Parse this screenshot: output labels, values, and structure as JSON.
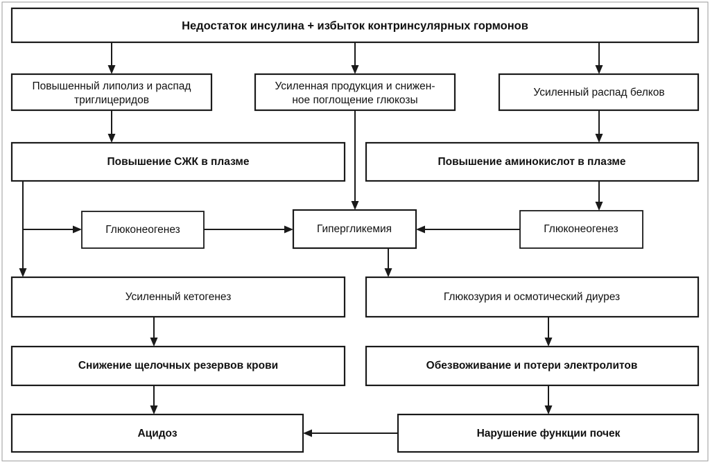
{
  "diagram": {
    "title": "Недостаток инсулина + избыток контринсулярных гормонов",
    "language": "ru",
    "type": "flowchart",
    "colors": {
      "box_fill": "#ffffff",
      "box_stroke": "#1a1a1a",
      "text": "#111111",
      "connector": "#1a1a1a",
      "background": "#ffffff"
    },
    "nodes": [
      {
        "id": "root",
        "label": "Недостаток инсулина + избыток контринсулярных гормонов",
        "bold": true,
        "lines": [
          "Недостаток инсулина + избыток контринсулярных гормонов"
        ]
      },
      {
        "id": "lipolysis",
        "label": "Повышенный липолиз и распад триглицеридов",
        "bold": false,
        "lines": [
          "Повышенный липолиз и распад",
          "триглицеридов"
        ]
      },
      {
        "id": "glucose-production",
        "label": "Усиленная продукция и сниженное поглощение глюкозы",
        "bold": false,
        "lines": [
          "Усиленная продукция и снижен-",
          "ное поглощение глюкозы"
        ]
      },
      {
        "id": "protein-breakdown",
        "label": "Усиленный распад белков",
        "bold": false,
        "lines": [
          "Усиленный распад белков"
        ]
      },
      {
        "id": "ffa-increase",
        "label": "Повышение СЖК в плазме",
        "bold": true,
        "lines": [
          "Повышение СЖК в плазме"
        ]
      },
      {
        "id": "aminoacids-increase",
        "label": "Повышение аминокислот в плазме",
        "bold": true,
        "lines": [
          "Повышение аминокислот в плазме"
        ]
      },
      {
        "id": "gluconeogenesis-left",
        "label": "Глюконеогенез",
        "bold": false,
        "lines": [
          "Глюконеогенез"
        ]
      },
      {
        "id": "hyperglycemia",
        "label": "Гипергликемия",
        "bold": false,
        "lines": [
          "Гипергликемия"
        ]
      },
      {
        "id": "gluconeogenesis-right",
        "label": "Глюконеогенез",
        "bold": false,
        "lines": [
          "Глюконеогенез"
        ]
      },
      {
        "id": "ketogenesis",
        "label": "Усиленный кетогенез",
        "bold": false,
        "lines": [
          "Усиленный кетогенез"
        ]
      },
      {
        "id": "glucosuria",
        "label": "Глюкозурия и осмотический диурез",
        "bold": false,
        "lines": [
          "Глюкозурия и осмотический диурез"
        ]
      },
      {
        "id": "alkaline-reserve",
        "label": "Снижение щелочных резервов крови",
        "bold": true,
        "lines": [
          "Снижение щелочных резервов крови"
        ]
      },
      {
        "id": "dehydration",
        "label": "Обезвоживание и потери электролитов",
        "bold": true,
        "lines": [
          "Обезвоживание и потери электролитов"
        ]
      },
      {
        "id": "acidosis",
        "label": "Ацидоз",
        "bold": true,
        "lines": [
          "Ацидоз"
        ]
      },
      {
        "id": "kidney-dysfunction",
        "label": "Нарушение функции почек",
        "bold": true,
        "lines": [
          "Нарушение функции почек"
        ]
      }
    ],
    "edges": [
      {
        "from": "root",
        "to": "lipolysis"
      },
      {
        "from": "root",
        "to": "glucose-production"
      },
      {
        "from": "root",
        "to": "protein-breakdown"
      },
      {
        "from": "lipolysis",
        "to": "ffa-increase"
      },
      {
        "from": "protein-breakdown",
        "to": "aminoacids-increase"
      },
      {
        "from": "ffa-increase",
        "to": "gluconeogenesis-left"
      },
      {
        "from": "ffa-increase",
        "to": "ketogenesis"
      },
      {
        "from": "gluconeogenesis-left",
        "to": "hyperglycemia"
      },
      {
        "from": "glucose-production",
        "to": "hyperglycemia"
      },
      {
        "from": "aminoacids-increase",
        "to": "gluconeogenesis-right"
      },
      {
        "from": "gluconeogenesis-right",
        "to": "hyperglycemia"
      },
      {
        "from": "hyperglycemia",
        "to": "glucosuria"
      },
      {
        "from": "ketogenesis",
        "to": "alkaline-reserve"
      },
      {
        "from": "glucosuria",
        "to": "dehydration"
      },
      {
        "from": "alkaline-reserve",
        "to": "acidosis"
      },
      {
        "from": "dehydration",
        "to": "kidney-dysfunction"
      },
      {
        "from": "kidney-dysfunction",
        "to": "acidosis"
      }
    ]
  }
}
